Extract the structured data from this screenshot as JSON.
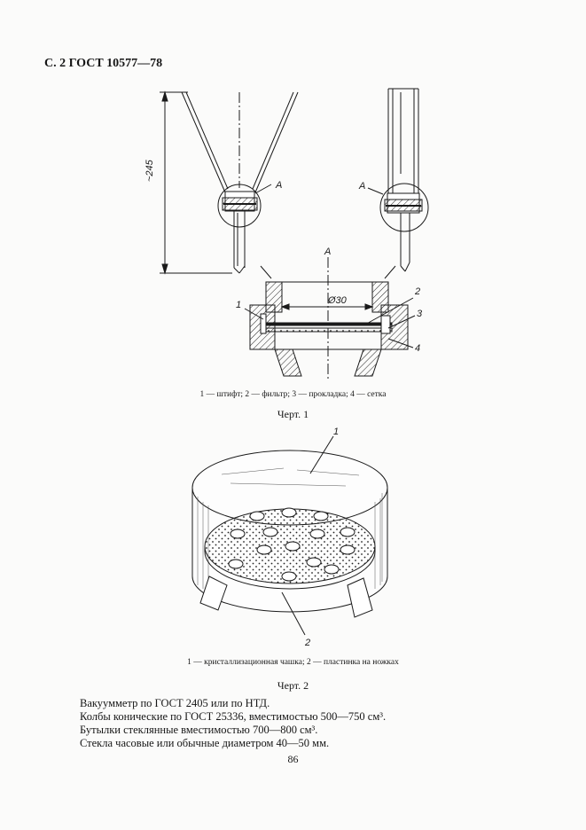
{
  "header": "С. 2 ГОСТ 10577—78",
  "figure1": {
    "dimension_label": "~245",
    "callout_left": "А",
    "callout_right": "А",
    "detail_title": "А",
    "diameter_label": "Ø30",
    "part_numbers": [
      "1",
      "2",
      "3",
      "4"
    ],
    "caption": "1 — штифт; 2 — фильтр; 3 — прокладка; 4 — сетка",
    "title": "Черт. 1"
  },
  "figure2": {
    "part_numbers": [
      "1",
      "2"
    ],
    "caption": "1 — кристаллизационная чашка; 2 — пластинка на ножках",
    "title": "Черт. 2"
  },
  "body_lines": [
    "Вакуумметр по ГОСТ 2405 или по НТД.",
    "Колбы конические по ГОСТ 25336, вместимостью 500—750 см³.",
    "Бутылки стеклянные вместимостью 700—800 см³.",
    "Стекла часовые или обычные диаметром 40—50 мм."
  ],
  "page_number": "86"
}
